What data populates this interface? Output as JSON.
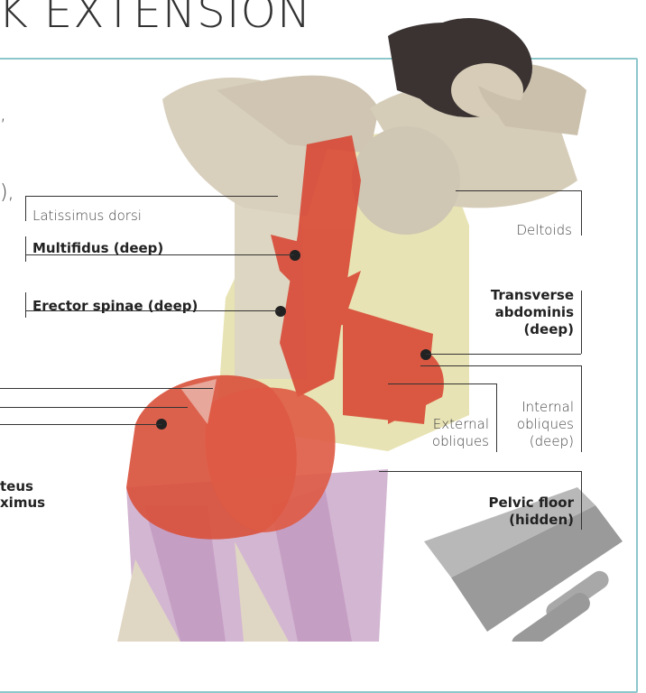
{
  "title": "K EXTENSION",
  "fragments": {
    "top": ",",
    "mid": "),",
    "glu_1": "teus",
    "glu_2": "ximus"
  },
  "labels": {
    "latissimus": "Latissimus dorsi",
    "multifidus": "Multifidus (deep)",
    "erector": "Erector spinae (deep)",
    "deltoids": "Deltoids",
    "transverse_1": "Transverse",
    "transverse_2": "abdominis",
    "transverse_3": "(deep)",
    "internal_1": "Internal",
    "internal_2": "obliques",
    "internal_3": "(deep)",
    "external_1": "External",
    "external_2": "obliques",
    "pelvic_1": "Pelvic floor",
    "pelvic_2": "(hidden)"
  },
  "colors": {
    "frame": "#8cc7cc",
    "muscle_highlight": "#d8402e",
    "skin": "#d9d0bf",
    "shorts": "#c9a9c8",
    "top": "#e6e1b0",
    "hair": "#3a3332"
  }
}
